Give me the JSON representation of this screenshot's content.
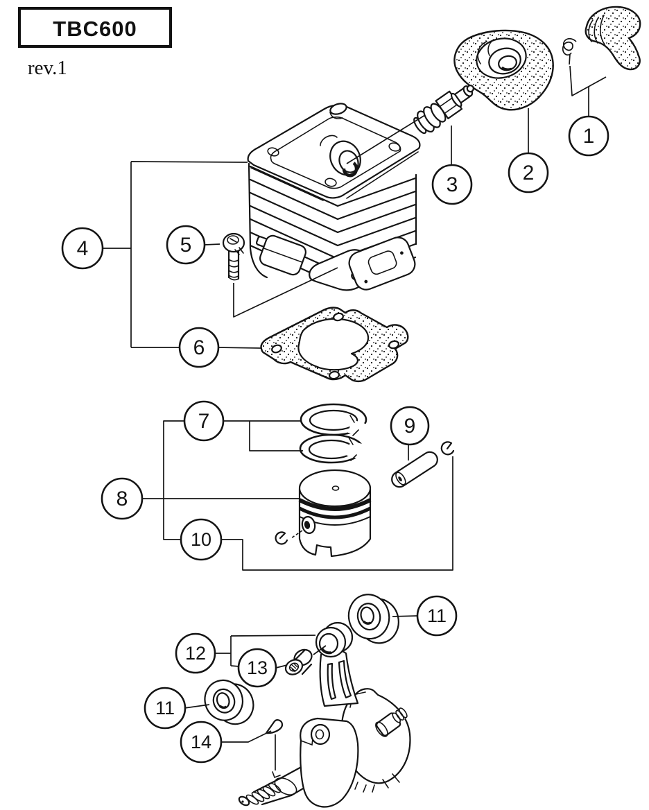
{
  "figure": {
    "model": "TBC600",
    "revision": "rev.1"
  },
  "colors": {
    "ink": "#141414",
    "paper": "#ffffff"
  },
  "callouts": [
    {
      "label": "1"
    },
    {
      "label": "2"
    },
    {
      "label": "3"
    },
    {
      "label": "4"
    },
    {
      "label": "5"
    },
    {
      "label": "6"
    },
    {
      "label": "7"
    },
    {
      "label": "8"
    },
    {
      "label": "9"
    },
    {
      "label": "10"
    },
    {
      "label": "11"
    },
    {
      "label": "12"
    },
    {
      "label": "13"
    },
    {
      "label": "11"
    },
    {
      "label": "14"
    }
  ]
}
